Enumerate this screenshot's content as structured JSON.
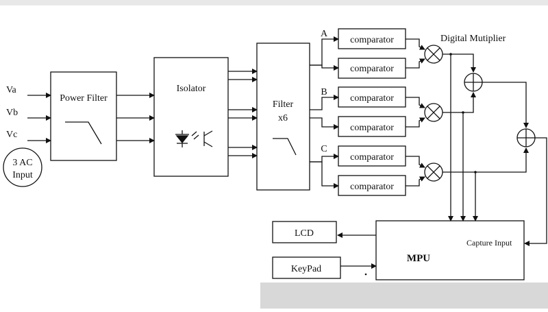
{
  "inputs": {
    "va": "Va",
    "vb": "Vb",
    "vc": "Vc",
    "source_line1": "3 AC",
    "source_line2": "Input"
  },
  "blocks": {
    "power_filter": "Power Filter",
    "isolator": "Isolator",
    "filter_line1": "Filter",
    "filter_line2": "x6",
    "comparator": "comparator",
    "lcd": "LCD",
    "keypad": "KeyPad",
    "mpu": "MPU",
    "capture_input": "Capture Input"
  },
  "phases": {
    "a": "A",
    "b": "B",
    "c": "C"
  },
  "annotations": {
    "digital_multiplier": "Digital Mutiplier"
  },
  "colors": {
    "line": "#111111",
    "background": "#ffffff"
  }
}
